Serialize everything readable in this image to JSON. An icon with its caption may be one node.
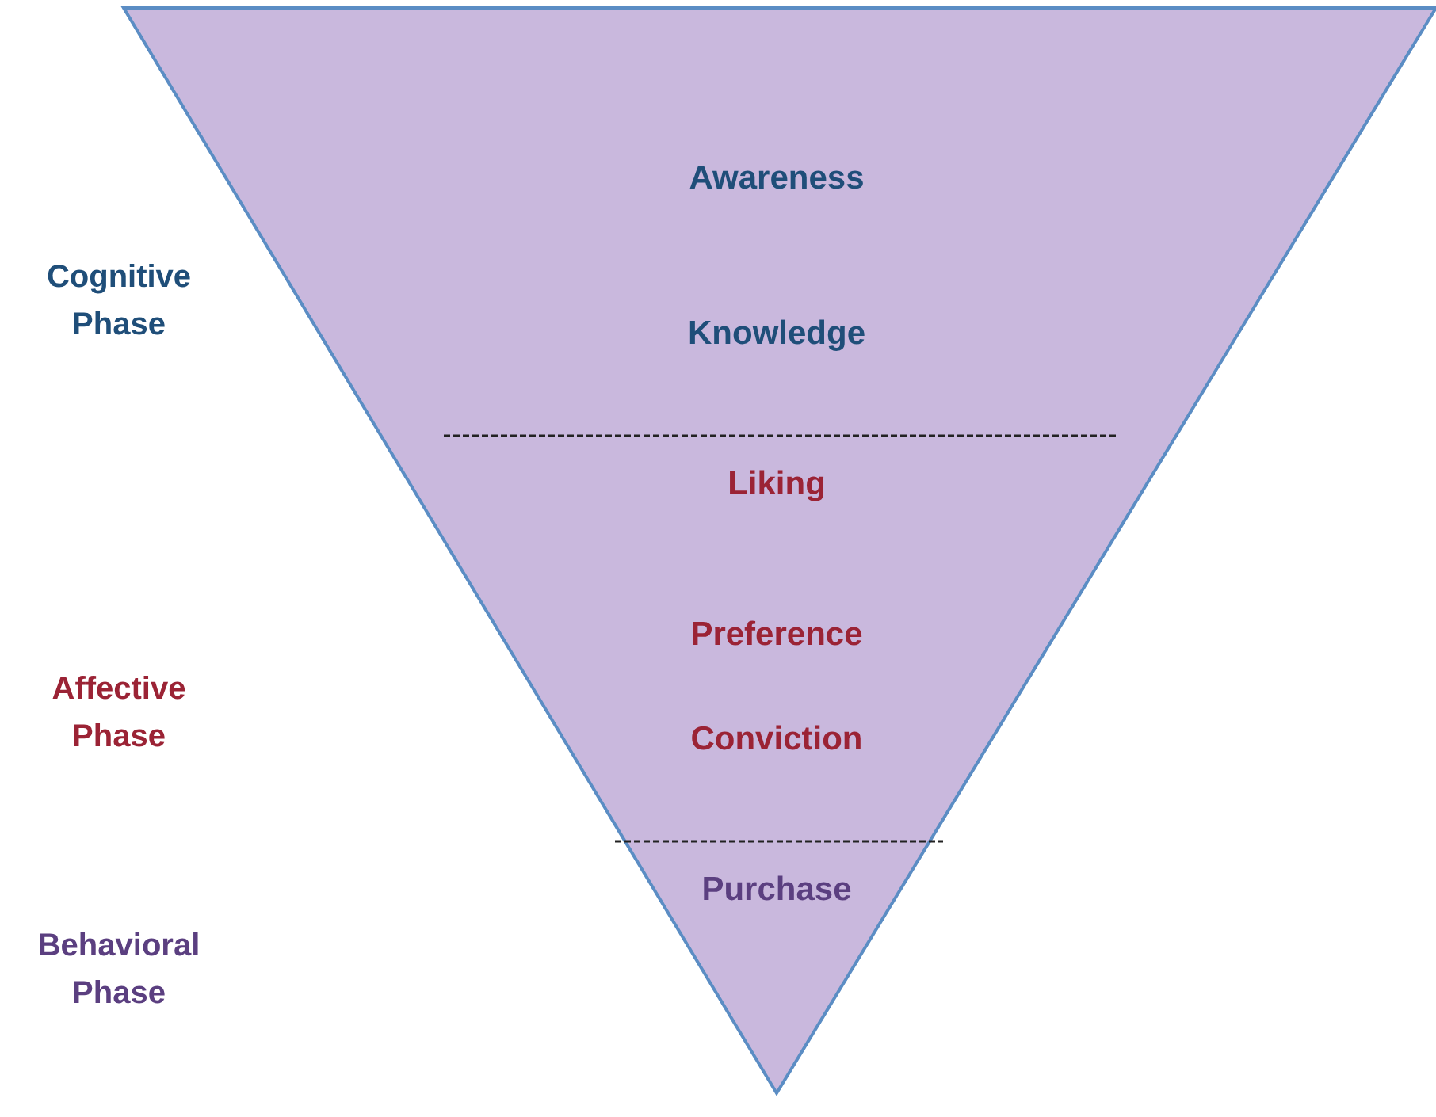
{
  "diagram": {
    "nodes": [
      {
        "text": [
          "Awareness",
          "Knowledge"
        ]
      },
      {
        "text": [
          "Liking",
          "Preference",
          "Conviction"
        ]
      },
      {
        "text": [
          "Purchase"
        ]
      }
    ],
    "labels": [
      "Cognitive Phase",
      "Affective Phase",
      "Behavioral Phase"
    ]
  }
}
